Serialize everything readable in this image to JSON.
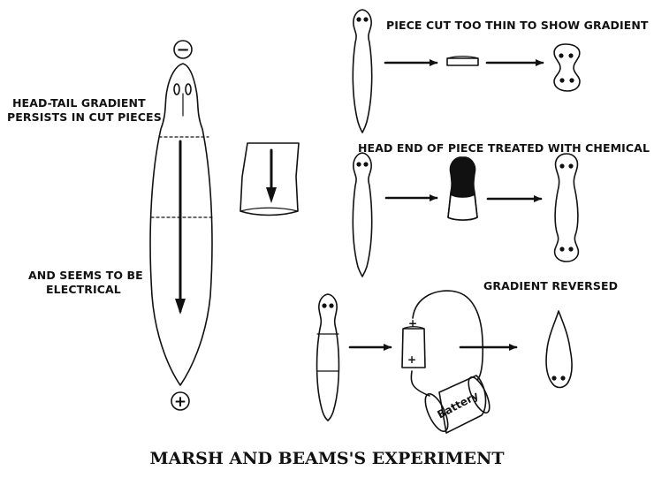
{
  "labels": {
    "head_tail_line1": "HEAD-TAIL GRADIENT",
    "head_tail_line2": "PERSISTS IN CUT PIECES",
    "electrical_line1": "AND SEEMS TO BE",
    "electrical_line2": "ELECTRICAL",
    "thin_piece": "PIECE CUT TOO THIN TO SHOW GRADIENT",
    "chemical": "HEAD END OF PIECE TREATED WITH CHEMICAL",
    "reversed": "GRADIENT REVERSED",
    "battery": "Battery",
    "minus_sign": "−",
    "plus_sign": "+",
    "battery_plus_top": "+",
    "battery_plus_bottom": "+"
  },
  "caption": "MARSH AND BEAMS'S EXPERIMENT",
  "icons": {
    "arrow": "arrow-right-icon",
    "minus": "minus-circle-icon",
    "plus": "plus-circle-icon"
  }
}
